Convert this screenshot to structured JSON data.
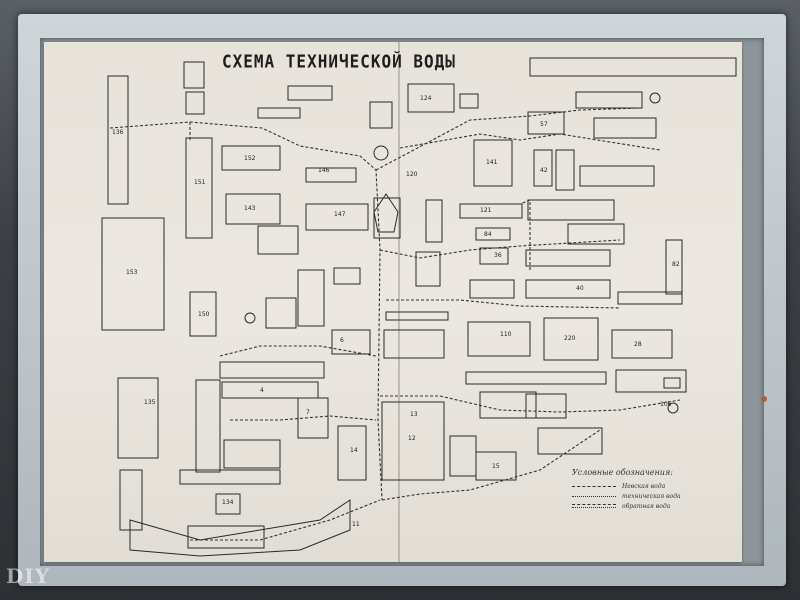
{
  "map": {
    "title": "СХЕМА ТЕХНИЧЕСКОЙ ВОДЫ",
    "legend": {
      "title": "Условные обозначения:",
      "items": [
        {
          "label": "Невская вода",
          "style": "dashed"
        },
        {
          "label": "техническая вода",
          "style": "dotted"
        },
        {
          "label": "обратная вода",
          "style": "double"
        }
      ]
    },
    "building_numbers": [
      "136",
      "124",
      "151",
      "152",
      "143",
      "146",
      "147",
      "84",
      "153",
      "150",
      "121",
      "141",
      "120",
      "57",
      "36",
      "42",
      "40",
      "82",
      "220",
      "28",
      "12",
      "13",
      "15",
      "110",
      "106",
      "134",
      "135",
      "14",
      "4",
      "6",
      "7",
      "11"
    ]
  },
  "watermark": "DIY",
  "colors": {
    "paper": "#ece8e1",
    "frame": "#c3cbd0",
    "ink": "#2a2a2a"
  }
}
